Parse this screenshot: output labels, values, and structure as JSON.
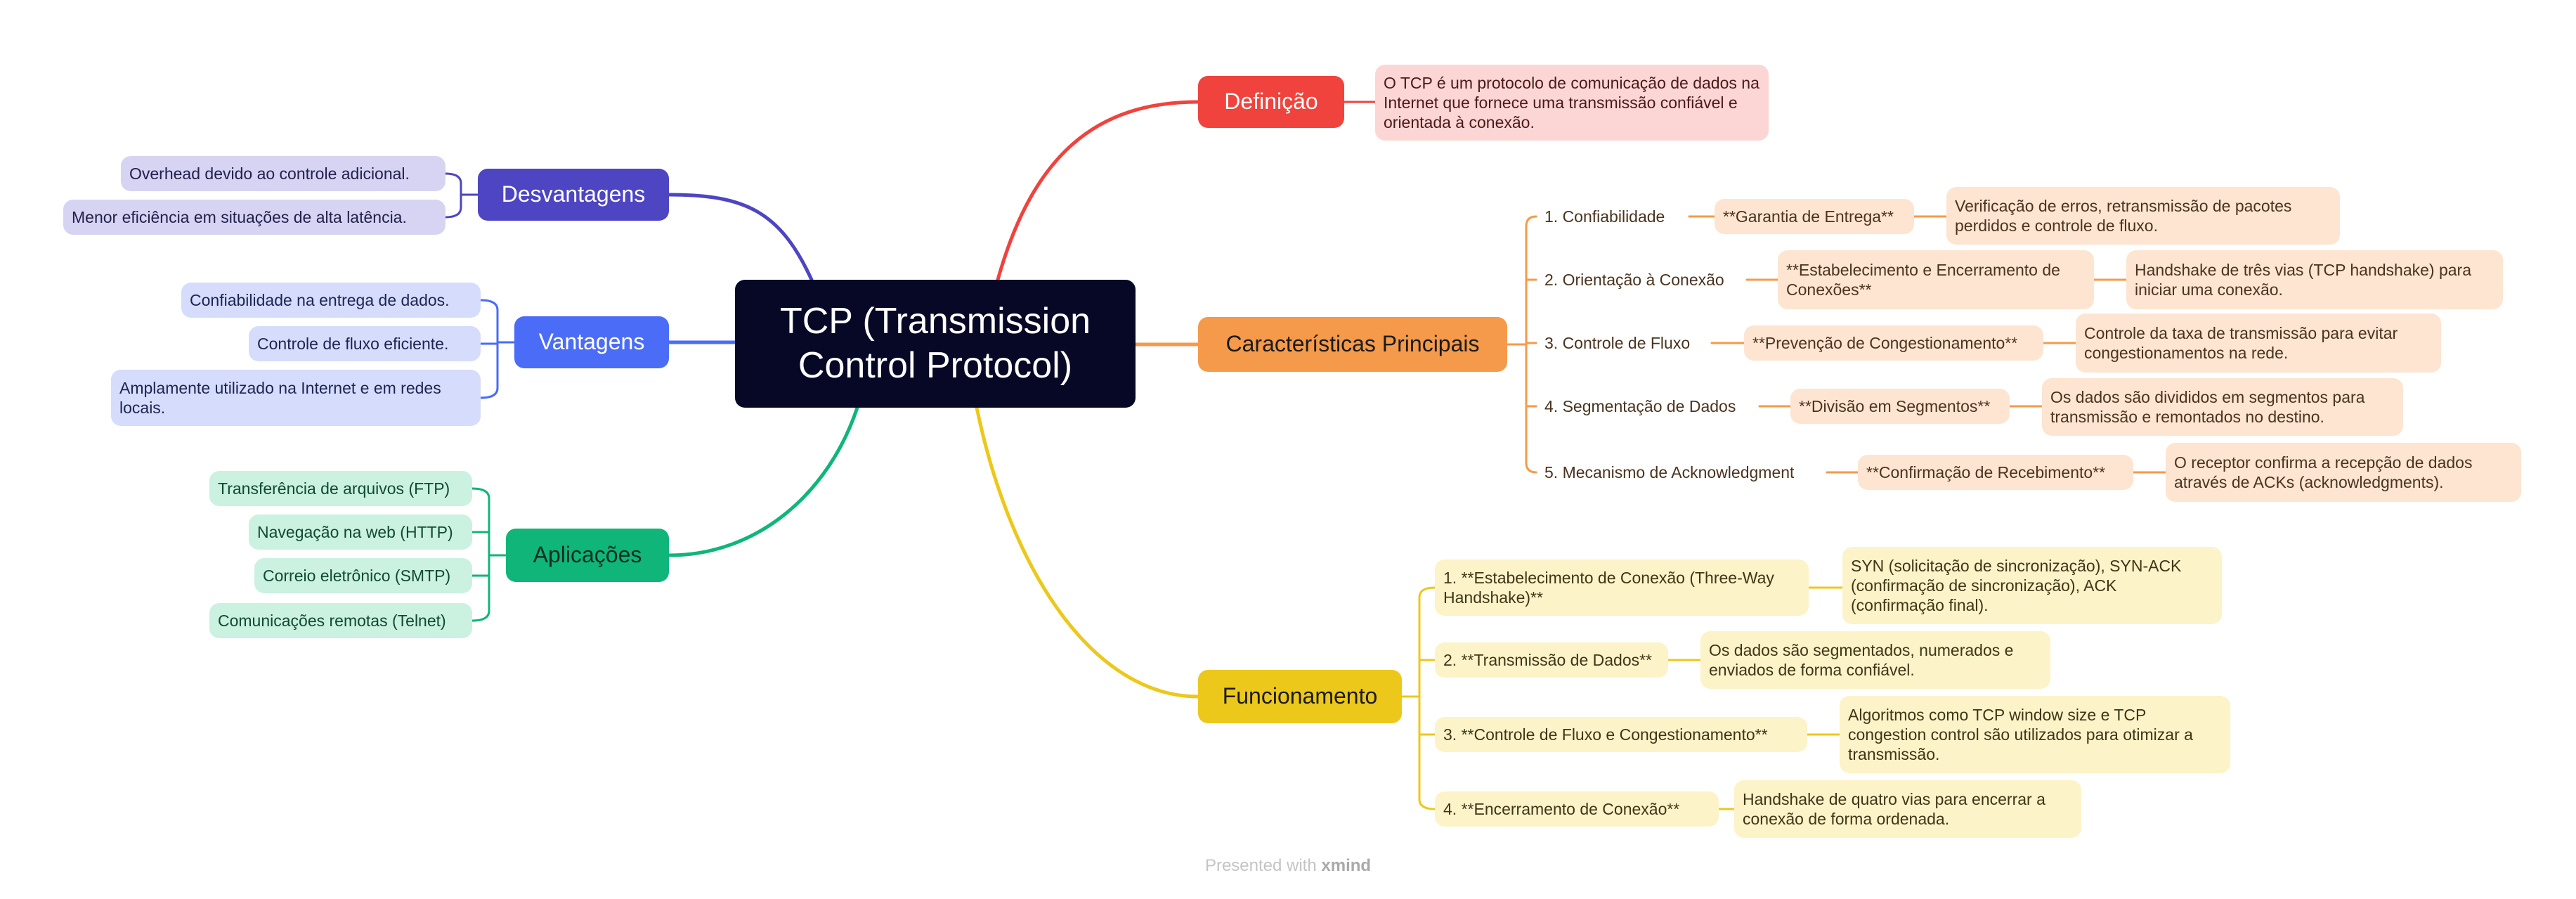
{
  "root": "TCP (Transmission Control Protocol)",
  "definicao": {
    "label": "Definição",
    "text": "O TCP é um protocolo de comunicação de dados na Internet que fornece uma transmissão confiável e orientada à conexão."
  },
  "caracteristicas": {
    "label": "Características Principais",
    "items": [
      {
        "label": "1. Confiabilidade",
        "sub": "**Garantia de Entrega**",
        "detail": "Verificação de erros, retransmissão de pacotes perdidos e controle de fluxo."
      },
      {
        "label": "2. Orientação à Conexão",
        "sub": "**Estabelecimento e Encerramento de Conexões**",
        "detail": "Handshake de três vias (TCP handshake) para iniciar uma conexão."
      },
      {
        "label": "3. Controle de Fluxo",
        "sub": "**Prevenção de Congestionamento**",
        "detail": "Controle da taxa de transmissão para evitar congestionamentos na rede."
      },
      {
        "label": "4. Segmentação de Dados",
        "sub": "**Divisão em Segmentos**",
        "detail": "Os dados são divididos em segmentos para transmissão e remontados no destino."
      },
      {
        "label": "5. Mecanismo de Acknowledgment",
        "sub": "**Confirmação de Recebimento**",
        "detail": "O receptor confirma a recepção de dados através de ACKs (acknowledgments)."
      }
    ]
  },
  "funcionamento": {
    "label": "Funcionamento",
    "items": [
      {
        "label": "1. **Estabelecimento de Conexão (Three-Way Handshake)**",
        "detail": "SYN (solicitação de sincronização), SYN-ACK (confirmação de sincronização), ACK (confirmação final)."
      },
      {
        "label": "2. **Transmissão de Dados**",
        "detail": "Os dados são segmentados, numerados e enviados de forma confiável."
      },
      {
        "label": "3. **Controle de Fluxo e Congestionamento**",
        "detail": "Algoritmos como TCP window size e TCP congestion control são utilizados para otimizar a transmissão."
      },
      {
        "label": "4. **Encerramento de Conexão**",
        "detail": "Handshake de quatro vias para encerrar a conexão de forma ordenada."
      }
    ]
  },
  "desvantagens": {
    "label": "Desvantagens",
    "items": [
      "Overhead devido ao controle adicional.",
      "Menor eficiência em situações de alta latência."
    ]
  },
  "vantagens": {
    "label": "Vantagens",
    "items": [
      "Confiabilidade na entrega de dados.",
      "Controle de fluxo eficiente.",
      "Amplamente utilizado na Internet e em redes locais."
    ]
  },
  "aplicacoes": {
    "label": "Aplicações",
    "items": [
      "Transferência de arquivos (FTP)",
      "Navegação na web (HTTP)",
      "Correio eletrônico (SMTP)",
      "Comunicações remotas (Telnet)"
    ]
  },
  "footer": {
    "prefix": "Presented with",
    "brand": "xmind"
  },
  "colors": {
    "root": "#070826",
    "definicao": "#f0433d",
    "caracteristicas": "#f59a4b",
    "funcionamento": "#ecc81b",
    "aplicacoes": "#10b57a",
    "vantagens": "#4a6cf7",
    "desvantagens": "#4e45c3"
  }
}
